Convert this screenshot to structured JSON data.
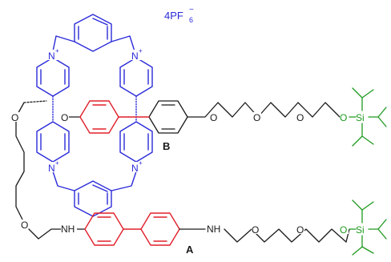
{
  "colors": {
    "macrocycle": "#2b2bd9",
    "biphenyl": "#e0202a",
    "stopper": "#1f9a1f",
    "chain": "#1a1a1a"
  },
  "labels": {
    "counterion_main": "4PF",
    "counterion_sub": "6",
    "counterion_sup": "−",
    "station_b": "B",
    "station_a": "A",
    "n_plus": "N",
    "charge": "+",
    "oxygen": "O",
    "amine": "NH",
    "silicon": "Si"
  }
}
